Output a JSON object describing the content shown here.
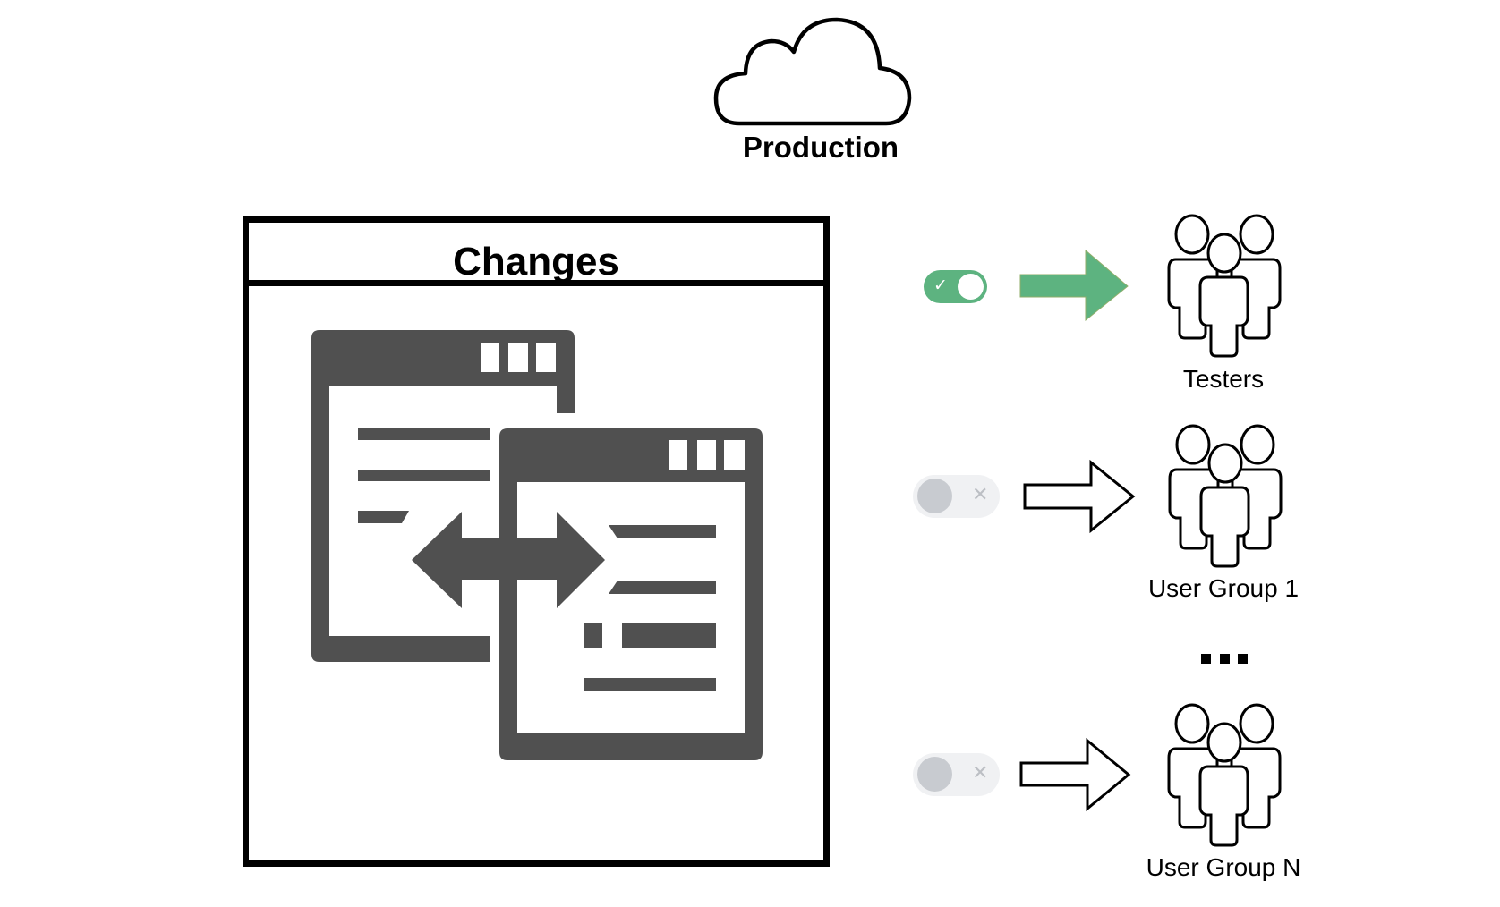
{
  "production": {
    "label": "Production",
    "icon": "cloud-icon"
  },
  "changes": {
    "title": "Changes",
    "icon": "compare-windows-icon",
    "icon_color": "#505050"
  },
  "colors": {
    "enabled_accent": "#5db380",
    "disabled_track": "#f0f1f3",
    "disabled_knob": "#c8cbd0",
    "disabled_glyph": "#bcbfc4"
  },
  "targets": [
    {
      "label": "Testers",
      "toggle_state": "on",
      "toggle_glyph": "✓",
      "arrow": "filled-green",
      "icon": "users-group-icon"
    },
    {
      "label": "User Group 1",
      "toggle_state": "off",
      "toggle_glyph": "✕",
      "arrow": "outline",
      "icon": "users-group-icon"
    },
    {
      "label": "User Group N",
      "toggle_state": "off",
      "toggle_glyph": "✕",
      "arrow": "outline",
      "icon": "users-group-icon"
    }
  ],
  "ellipsis": "..."
}
